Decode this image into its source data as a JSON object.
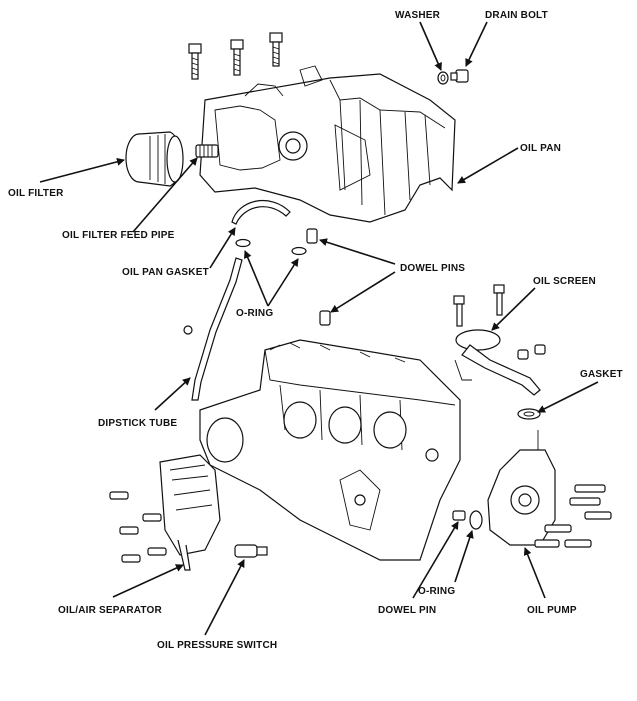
{
  "labels": {
    "washer": "WASHER",
    "drain_bolt": "DRAIN BOLT",
    "oil_pan": "OIL PAN",
    "oil_filter": "OIL FILTER",
    "oil_filter_feed_pipe": "OIL FILTER FEED PIPE",
    "oil_pan_gasket": "OIL PAN GASKET",
    "dowel_pins": "DOWEL PINS",
    "o_ring_top": "O-RING",
    "oil_screen": "OIL SCREEN",
    "gasket": "GASKET",
    "dipstick_tube": "DIPSTICK TUBE",
    "oil_air_separator": "OIL/AIR SEPARATOR",
    "o_ring_bottom": "O-RING",
    "dowel_pin": "DOWEL PIN",
    "oil_pump": "OIL PUMP",
    "oil_pressure_switch": "OIL PRESSURE SWITCH"
  }
}
